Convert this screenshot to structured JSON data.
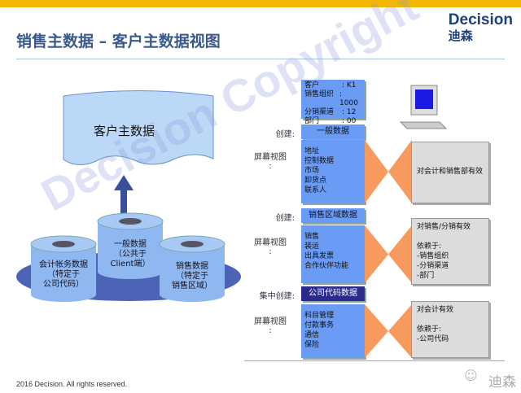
{
  "header": {
    "title": "销售主数据 – 客户主数据视图",
    "logo_en": "Decision",
    "logo_cn": "迪森"
  },
  "customer_key": [
    {
      "k": "客户",
      "v": ": K1"
    },
    {
      "k": "销售组织",
      "v": ": 1000"
    },
    {
      "k": "分销渠道",
      "v": ": 12"
    },
    {
      "k": "部门",
      "v": ": 00"
    }
  ],
  "sections": [
    {
      "create_label": "创建:",
      "create_box": "一般数据",
      "dark": false,
      "screen_label": "屏幕视图\n:",
      "items": [
        "地址",
        "控制数据",
        "市场",
        "卸货点",
        "联系人"
      ],
      "validity": [
        "对会计和销售部有效"
      ]
    },
    {
      "create_label": "创建:",
      "create_box": "销售区域数据",
      "dark": false,
      "screen_label": "屏幕视图\n:",
      "items": [
        "销售",
        "装运",
        "出具发票",
        "合作伙伴功能"
      ],
      "validity": [
        "对销售/分销有效",
        "",
        "依赖于:",
        "-销售组织",
        "-分销渠道",
        "-部门"
      ]
    },
    {
      "create_label": "集中创建:",
      "create_box": "公司代码数据",
      "dark": true,
      "screen_label": "屏幕视图\n:",
      "items": [
        "科目管理",
        "付款事务",
        "通信",
        "保险"
      ],
      "validity": [
        "对会计有效",
        "",
        "依赖于:",
        "-公司代码"
      ]
    }
  ],
  "diagram": {
    "cloud": "客户主数据",
    "cyl_left": "会计帐务数据\n（特定于\n公司代码）",
    "cyl_mid": "一般数据\n（公共于\nClient端）",
    "cyl_right": "销售数据\n（特定于\n销售区域）"
  },
  "watermark": "Decision Copyright",
  "footer": "2016 Decision. All rights reserved.",
  "wechat_mark": "迪森"
}
